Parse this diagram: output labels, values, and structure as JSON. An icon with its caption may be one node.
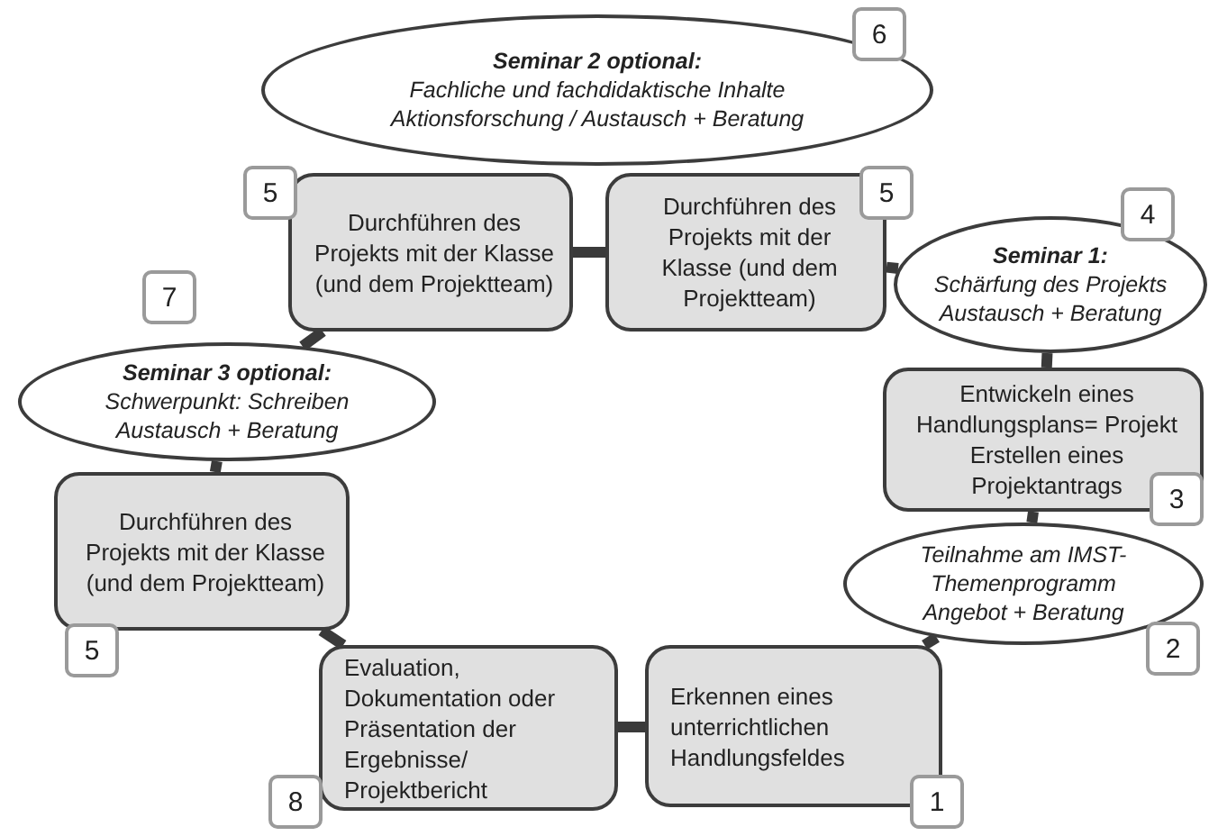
{
  "diagram": {
    "nodes": [
      {
        "text": [
          "Seminar 2 optional:",
          "Fachliche und fachdidaktische Inhalte Aktionsforschung / Austausch + Beratung"
        ]
      },
      {
        "text": [
          "6"
        ]
      },
      {
        "text": [
          "Durchführen des Projekts mit der Klasse (und dem Projektteam)"
        ]
      },
      {
        "text": [
          "5"
        ]
      },
      {
        "text": [
          "Durchführen des Projekts mit der Klasse (und dem Projektteam)"
        ]
      },
      {
        "text": [
          "5"
        ]
      },
      {
        "text": [
          "4"
        ]
      },
      {
        "text": [
          "7"
        ]
      },
      {
        "text": [
          "Seminar 1:",
          "Schärfung des Projekts Austausch + Beratung"
        ]
      },
      {
        "text": [
          "Seminar 3 optional:",
          "Schwerpunkt: Schreiben Austausch + Beratung"
        ]
      },
      {
        "text": [
          "Entwickeln eines Handlungsplans= Projekt Erstellen eines Projektantrags"
        ]
      },
      {
        "text": [
          "3"
        ]
      },
      {
        "text": [
          "Durchführen des Projekts mit der Klasse (und dem Projektteam)"
        ]
      },
      {
        "text": [
          "Teilnahme am IMST-Themenprogramm",
          "Angebot + Beratung"
        ]
      },
      {
        "text": [
          "2"
        ]
      },
      {
        "text": [
          "5"
        ]
      },
      {
        "text": [
          "Evaluation, Dokumentation oder Präsentation der Ergebnisse/ Projektbericht"
        ]
      },
      {
        "text": [
          "Erkennen eines unterrichtlichen Handlungsfeldes"
        ]
      },
      {
        "text": [
          "1"
        ]
      },
      {
        "text": [
          "8"
        ]
      }
    ],
    "edges": [
      {
        "from": 17,
        "to": 13,
        "arrow": "none"
      },
      {
        "from": 13,
        "to": 10,
        "arrow": "none"
      },
      {
        "from": 10,
        "to": 8,
        "arrow": "none"
      },
      {
        "from": 8,
        "to": 4,
        "arrow": "none"
      },
      {
        "from": 4,
        "to": 2,
        "arrow": "none"
      },
      {
        "from": 2,
        "to": 9,
        "arrow": "none"
      },
      {
        "from": 9,
        "to": 12,
        "arrow": "none"
      },
      {
        "from": 12,
        "to": 16,
        "arrow": "none"
      },
      {
        "from": 16,
        "to": 17,
        "arrow": "none"
      }
    ]
  }
}
